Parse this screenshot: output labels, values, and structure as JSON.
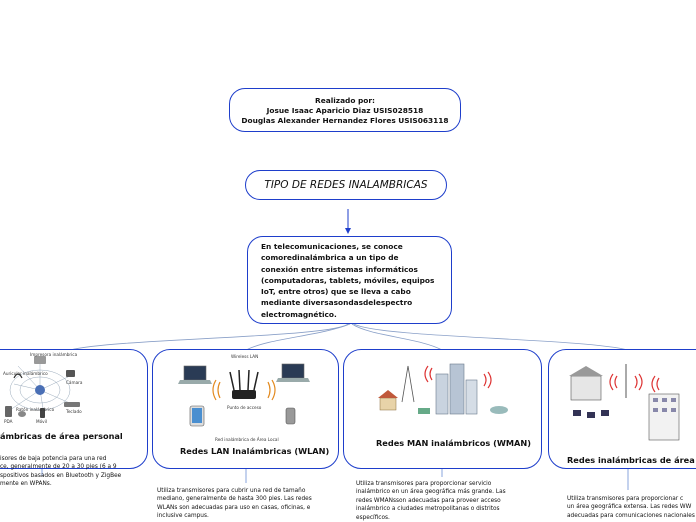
{
  "credits": {
    "line1": "Realizado por:",
    "line2": "Josue Isaac Aparicio Diaz USIS028518",
    "line3": "Douglas Alexander Hernandez Flores USIS063118"
  },
  "title": "TIPO DE REDES INALAMBRICAS",
  "definition": {
    "lines": [
      "En telecomunicaciones, se conoce",
      "comoredinalámbrica a un tipo de",
      "conexión entre sistemas informáticos",
      "(computadoras, tablets, móviles, equipos",
      "IoT, entre otros) que se lleva a cabo",
      "mediante diversasondasdelespectro",
      "electromagnético."
    ]
  },
  "cards": {
    "wpan": {
      "label": "ámbricas de área personal",
      "icon_labels": [
        "Impresora inalámbrica",
        "Auricular inalámbrico",
        "Cámara",
        "Teclado",
        "Móvil",
        "PDA",
        "Ratón inalámbrico"
      ],
      "desc": [
        "isores de baja potencia para una red",
        "ce, generalmente de 20 a 30 pies (6 a 9",
        "spositivos basados en Bluetooth y ZigBee",
        "mente en WPANs."
      ]
    },
    "wlan": {
      "label": "Redes LAN Inalámbricas (WLAN)",
      "top_caption": "Wireless LAN",
      "router_caption": "Punto de acceso",
      "bottom_caption": "Red inalámbrica de Área Local",
      "desc": [
        "Utiliza transmisores para cubrir una red de tamaño",
        "mediano, generalmente de hasta 300 pies. Las redes",
        "WLANs son adecuadas para uso en casas, oficinas, e",
        "inclusive campus."
      ]
    },
    "wman": {
      "label": "Redes MAN inalámbricos (WMAN)",
      "desc": [
        "Utiliza transmisores para proporcionar servicio",
        "inalámbrico en un área geográfica más grande. Las",
        "redes WMANsson adecuadas para proveer acceso",
        "inalámbrico a ciudades metropolitanas o distritos",
        "específicos."
      ]
    },
    "wwan": {
      "label": "Redes inalámbricas de área ampl",
      "desc": [
        "Utiliza transmisores para proporcionar c",
        "un área geográfica extensa. Las redes WW",
        "adecuadas para comunicaciones nacionales"
      ]
    }
  }
}
